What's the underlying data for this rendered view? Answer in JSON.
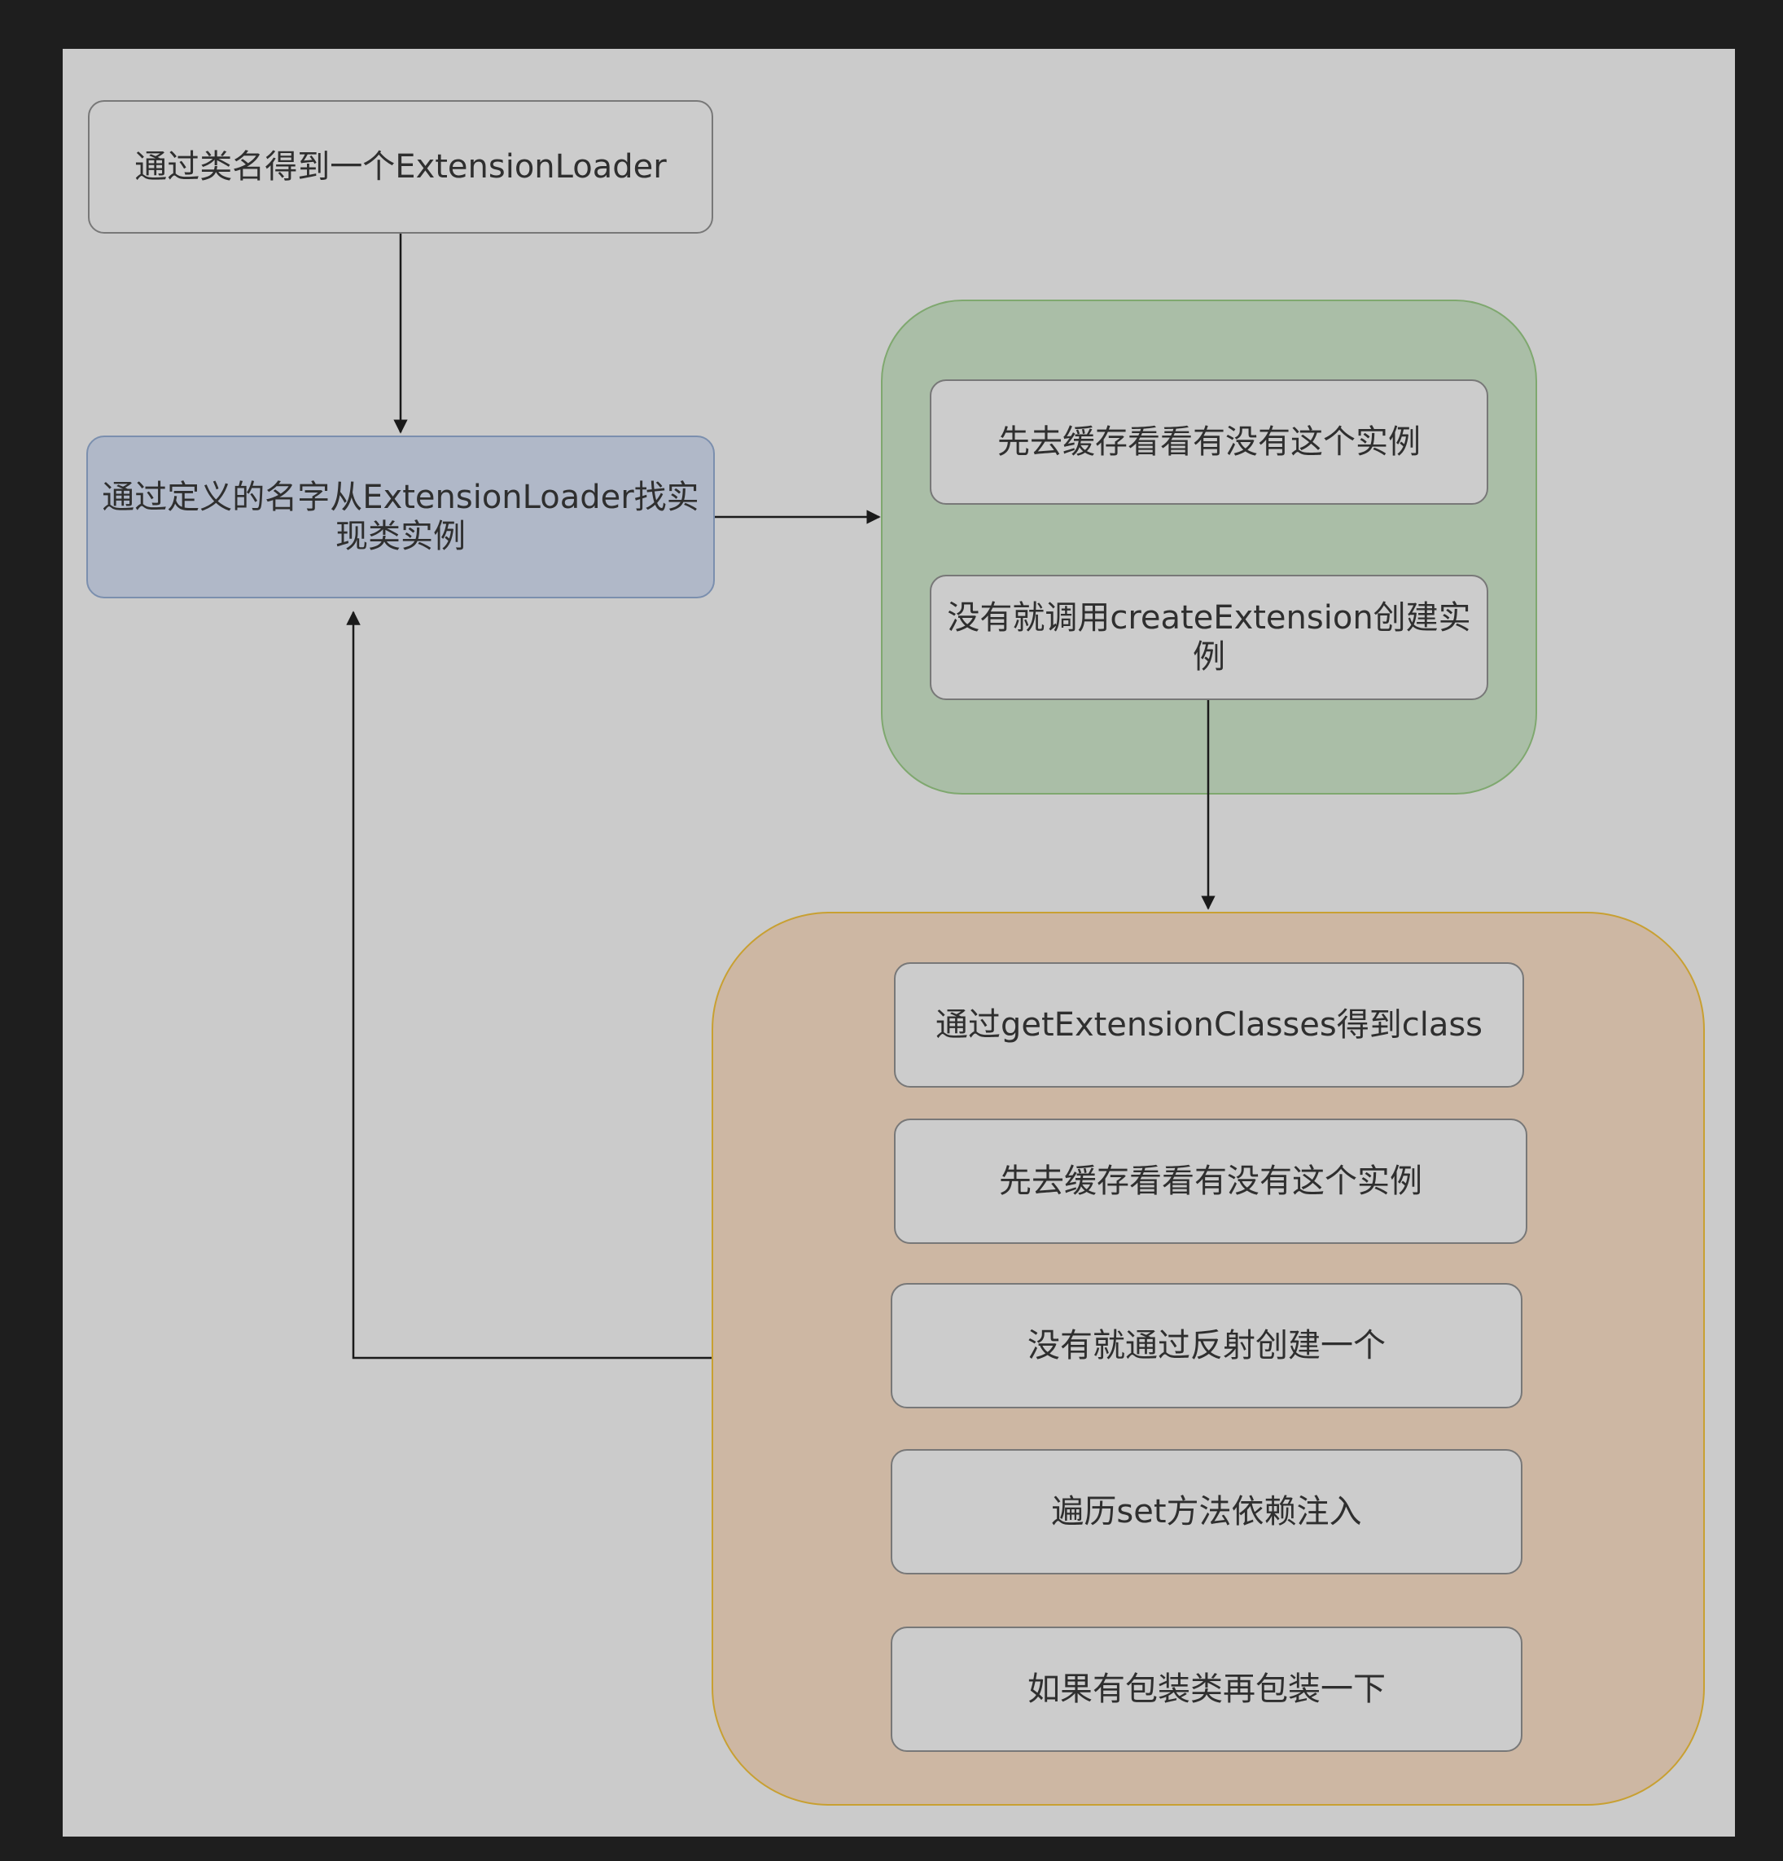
{
  "nodes": {
    "get_loader": "通过类名得到一个ExtensionLoader",
    "find_instance": "通过定义的名字从ExtensionLoader找实现类实例",
    "green_cache": "先去缓存看看有没有这个实例",
    "green_create": "没有就调用createExtension创建实例",
    "orange_get_classes": "通过getExtensionClasses得到class",
    "orange_cache": "先去缓存看看有没有这个实例",
    "orange_reflect": "没有就通过反射创建一个",
    "orange_inject": "遍历set方法依赖注入",
    "orange_wrap": "如果有包装类再包装一下"
  },
  "colors": {
    "background": "#1e1e1e",
    "canvas": "#cbcbcb",
    "box_fill": "#cccccc",
    "box_border": "#787878",
    "blue_fill": "#b0b8c8",
    "blue_border": "#7b8fae",
    "green_fill": "#aabea7",
    "green_border": "#7fa86f",
    "orange_fill": "#cdb7a3",
    "orange_border": "#c8a032",
    "edge": "#1a1a1a"
  }
}
